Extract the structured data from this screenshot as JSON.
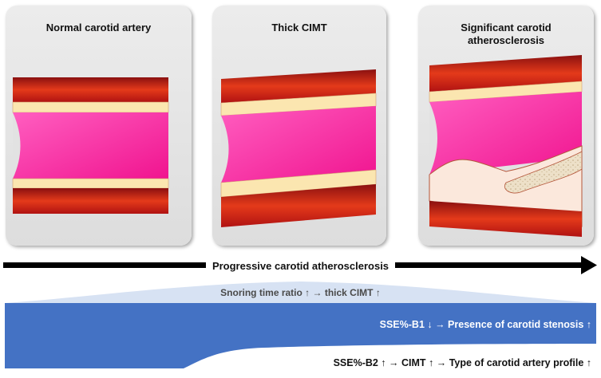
{
  "panels": [
    {
      "title": "Normal carotid artery"
    },
    {
      "title": "Thick CIMT"
    },
    {
      "title": "Significant carotid atherosclerosis"
    }
  ],
  "progress_arrow": {
    "label": "Progressive carotid atherosclerosis"
  },
  "bands": {
    "snoring": "Snoring time ratio ↑ → thick CIMT ↑",
    "b1": "SSE%-B1 ↓ → Presence of carotid stenosis ↑",
    "b2": "SSE%-B2 ↑ → CIMT ↑ → Type of carotid artery profile ↑"
  },
  "colors": {
    "lumen_pink": "#ff2fa8",
    "wall_red": "#c41818",
    "intima_cream": "#fbe6b0",
    "band_light_blue": "#d7e2f3",
    "band_blue": "#4472c4",
    "arrow_black": "#000000"
  }
}
